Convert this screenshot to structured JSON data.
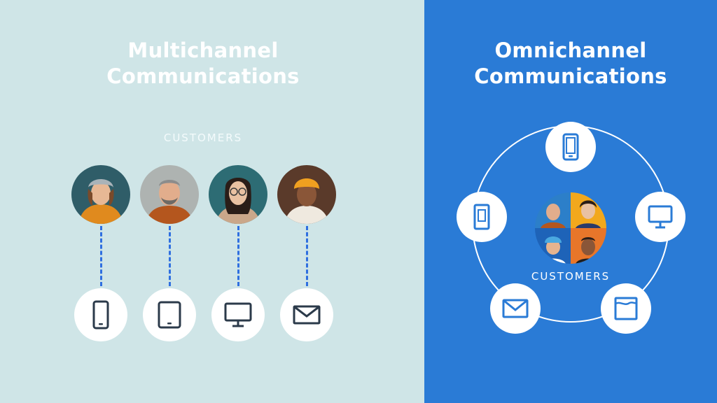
{
  "left_panel": {
    "title_line1": "Multichannel",
    "title_line2": "Communications",
    "caption": "CUSTOMERS",
    "background": "#cfe5e7",
    "customers": [
      {
        "name": "customer-1",
        "device": "smartphone-icon"
      },
      {
        "name": "customer-2",
        "device": "tablet-icon"
      },
      {
        "name": "customer-3",
        "device": "desktop-monitor-icon"
      },
      {
        "name": "customer-4",
        "device": "email-envelope-icon"
      }
    ]
  },
  "right_panel": {
    "title_line1": "Omnichannel",
    "title_line2": "Communications",
    "caption": "CUSTOMERS",
    "background": "#2a7bd6",
    "channels": [
      "smartphone-icon",
      "tablet-icon",
      "desktop-monitor-icon",
      "email-envelope-icon",
      "web-browser-icon"
    ]
  },
  "colors": {
    "accent_blue": "#2a7bd6",
    "dash_blue": "#2f6fe0",
    "icon_dark": "#2b3a4a",
    "icon_blue": "#2a7bd6"
  }
}
